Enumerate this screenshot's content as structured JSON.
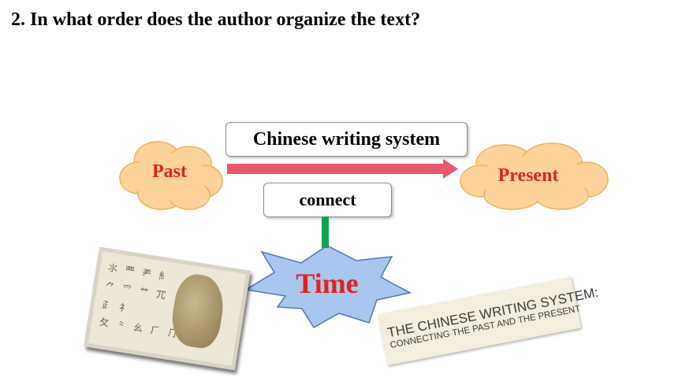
{
  "question": "2. In what order does the author organize the text?",
  "diagram": {
    "top_box": "Chinese writing system",
    "connect_box": "connect",
    "past": "Past",
    "present": "Present",
    "time": "Time"
  },
  "banner": {
    "line1": "THE CHINESE WRITING SYSTEM:",
    "line2": "CONNECTING THE PAST AND THE PRESENT"
  },
  "colors": {
    "cloud_fill": "#fcd39a",
    "cloud_stroke": "#f1b15c",
    "arrow": "#e9586c",
    "star_fill": "#a9c6ee",
    "star_stroke": "#4f74b8",
    "stem": "#10a152",
    "label_red": "#e0231d"
  }
}
